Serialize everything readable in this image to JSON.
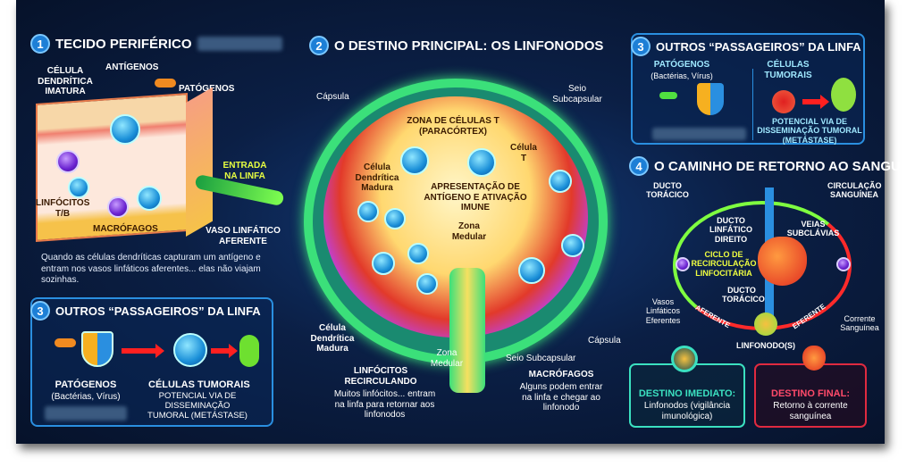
{
  "colors": {
    "background": "#0b1f45",
    "accent": "#1d7fd6",
    "lymph_green": "#3be07a",
    "destino_imediato": "#3be0c0",
    "destino_final": "#ff3a5a"
  },
  "s1": {
    "num": "1",
    "title": "TECIDO PERIFÉRICO",
    "labels": {
      "dc": "CÉLULA DENDRÍTICA IMATURA",
      "antigens": "ANTÍGENOS",
      "pathogens": "PATÓGENOS",
      "lymph": "LINFÓCITOS T/B",
      "macro": "MACRÓFAGOS",
      "entry": "ENTRADA NA LINFA",
      "vessel": "VASO LINFÁTICO AFERENTE"
    },
    "caption": "Quando as células dendríticas capturam um antígeno e entram nos vasos linfáticos aferentes... elas não viajam sozinhas."
  },
  "s2": {
    "num": "2",
    "title": "O DESTINO PRINCIPAL: OS LINFONODOS",
    "labels": {
      "capsule": "Cápsula",
      "sinus": "Seio Subcapsular",
      "tzone": "ZONA DE CÉLULAS T (PARACÓRTEX)",
      "tcell": "Célula T",
      "dc": "Célula Dendrítica Madura",
      "presentation": "APRESENTAÇÃO DE ANTÍGENO E ATIVAÇÃO IMUNE",
      "medulla": "Zona Medular",
      "dc2": "Célula Dendrítica Madura",
      "medulla2": "Zona Medular",
      "sinus2": "Seio Subcapsular",
      "capsule2": "Cápsula",
      "recirc_title": "LINFÓCITOS RECIRCULANDO",
      "recirc_text": "Muitos linfócitos... entram na linfa para retornar aos linfonodos",
      "macro_title": "MACRÓFAGOS",
      "macro_text": "Alguns podem entrar na linfa e chegar ao linfonodo"
    }
  },
  "s3a": {
    "num": "3",
    "title": "OUTROS “PASSAGEIROS” DA LINFA",
    "pathogens": "PATÓGENOS",
    "pathogens_sub": "(Bactérias, Vírus)",
    "tumor": "CÉLULAS TUMORAIS",
    "tumor_sub": "POTENCIAL VIA DE DISSEMINAÇÃO TUMORAL (METÁSTASE)"
  },
  "s3b": {
    "num": "3",
    "title": "OUTROS “PASSAGEIROS” DA LINFA",
    "pathogens": "PATÓGENOS",
    "pathogens_sub": "(Bactérias, Vírus)",
    "tumor": "CÉLULAS TUMORAIS",
    "tumor_sub": "POTENCIAL VIA DE DISSEMINAÇÃO TUMORAL (METÁSTASE)"
  },
  "s4": {
    "num": "4",
    "title": "O CAMINHO DE RETORNO AO SANGUE",
    "labels": {
      "thoracic": "DUCTO TORÁCICO",
      "circ": "CIRCULAÇÃO SANGUÍNEA",
      "right_duct": "DUCTO LINFÁTICO DIREITO",
      "subclavian": "VEIAS SUBCLÁVIAS",
      "cycle": "CICLO DE RECIRCULAÇÃO LINFOCITÁRIA",
      "thoracic2": "DUCTO TORÁCICO",
      "vessels": "Vasos Linfáticos Eferentes",
      "afferent": "AFERENTE",
      "efferent": "EFERENTE",
      "bloodstream": "Corrente Sanguínea",
      "node": "LINFONODO(S)"
    },
    "immediate_title": "DESTINO IMEDIATO:",
    "immediate_text": "Linfonodos (vigilância imunológica)",
    "final_title": "DESTINO FINAL:",
    "final_text": "Retorno à corrente sanguínea"
  }
}
